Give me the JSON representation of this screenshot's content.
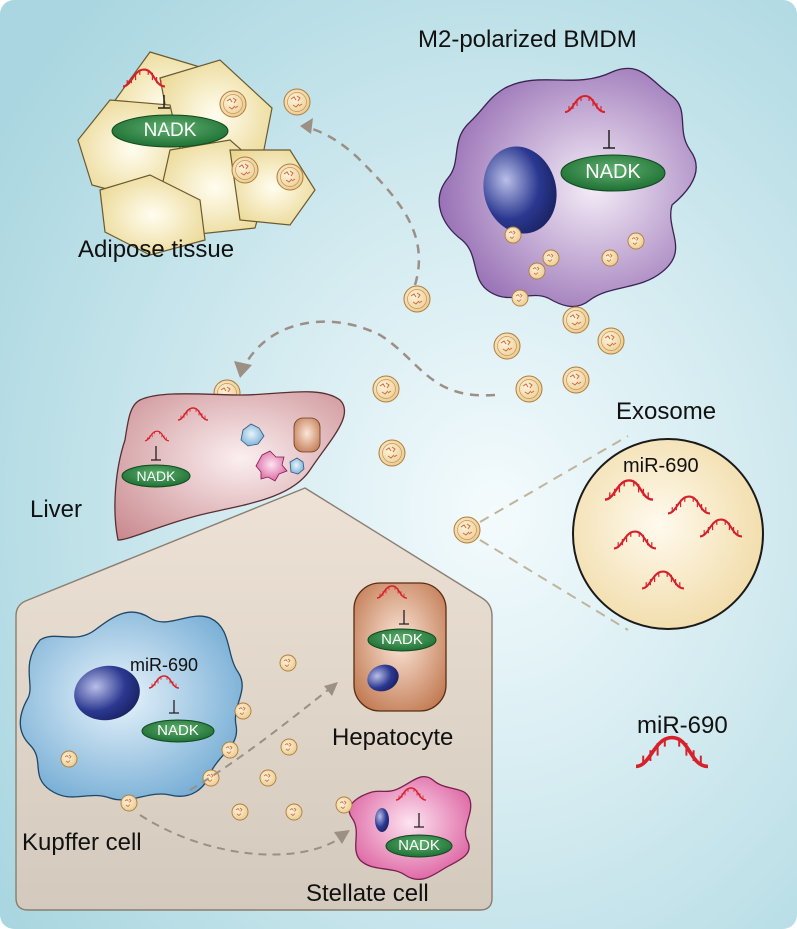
{
  "labels": {
    "bmdm": "M2-polarized BMDM",
    "adipose": "Adipose tissue",
    "liver": "Liver",
    "exosome": "Exosome",
    "exosome_mir": "miR-690",
    "kupffer_mir": "miR-690",
    "legend_mir": "miR-690",
    "hepatocyte": "Hepatocyte",
    "kupffer": "Kupffer cell",
    "stellate": "Stellate cell"
  },
  "enzyme": {
    "adipose": "NADK",
    "bmdm": "NADK",
    "liver": "NADK",
    "kupffer": "NADK",
    "hepatocyte": "NADK",
    "stellate": "NADK"
  },
  "colors": {
    "background_center": "#f4fbfd",
    "background_edge": "#a9d6e0",
    "mirna": "#d7202a",
    "nadk_fill": "#1f7a35",
    "exosome_fill": "#f4d79e",
    "macrophage": "#9a6fb8",
    "liver": "#d8a3a6",
    "kupffer": "#7db5dd",
    "hepatocyte": "#c9784a",
    "stellate": "#e0529a",
    "adipocyte": "#ecd788",
    "inset_panel": "#dcd3c8",
    "arrow": "#9c8f83"
  },
  "icons": [
    "mirna-icon",
    "exosome-icon",
    "nucleus-icon",
    "inhibition-icon"
  ]
}
